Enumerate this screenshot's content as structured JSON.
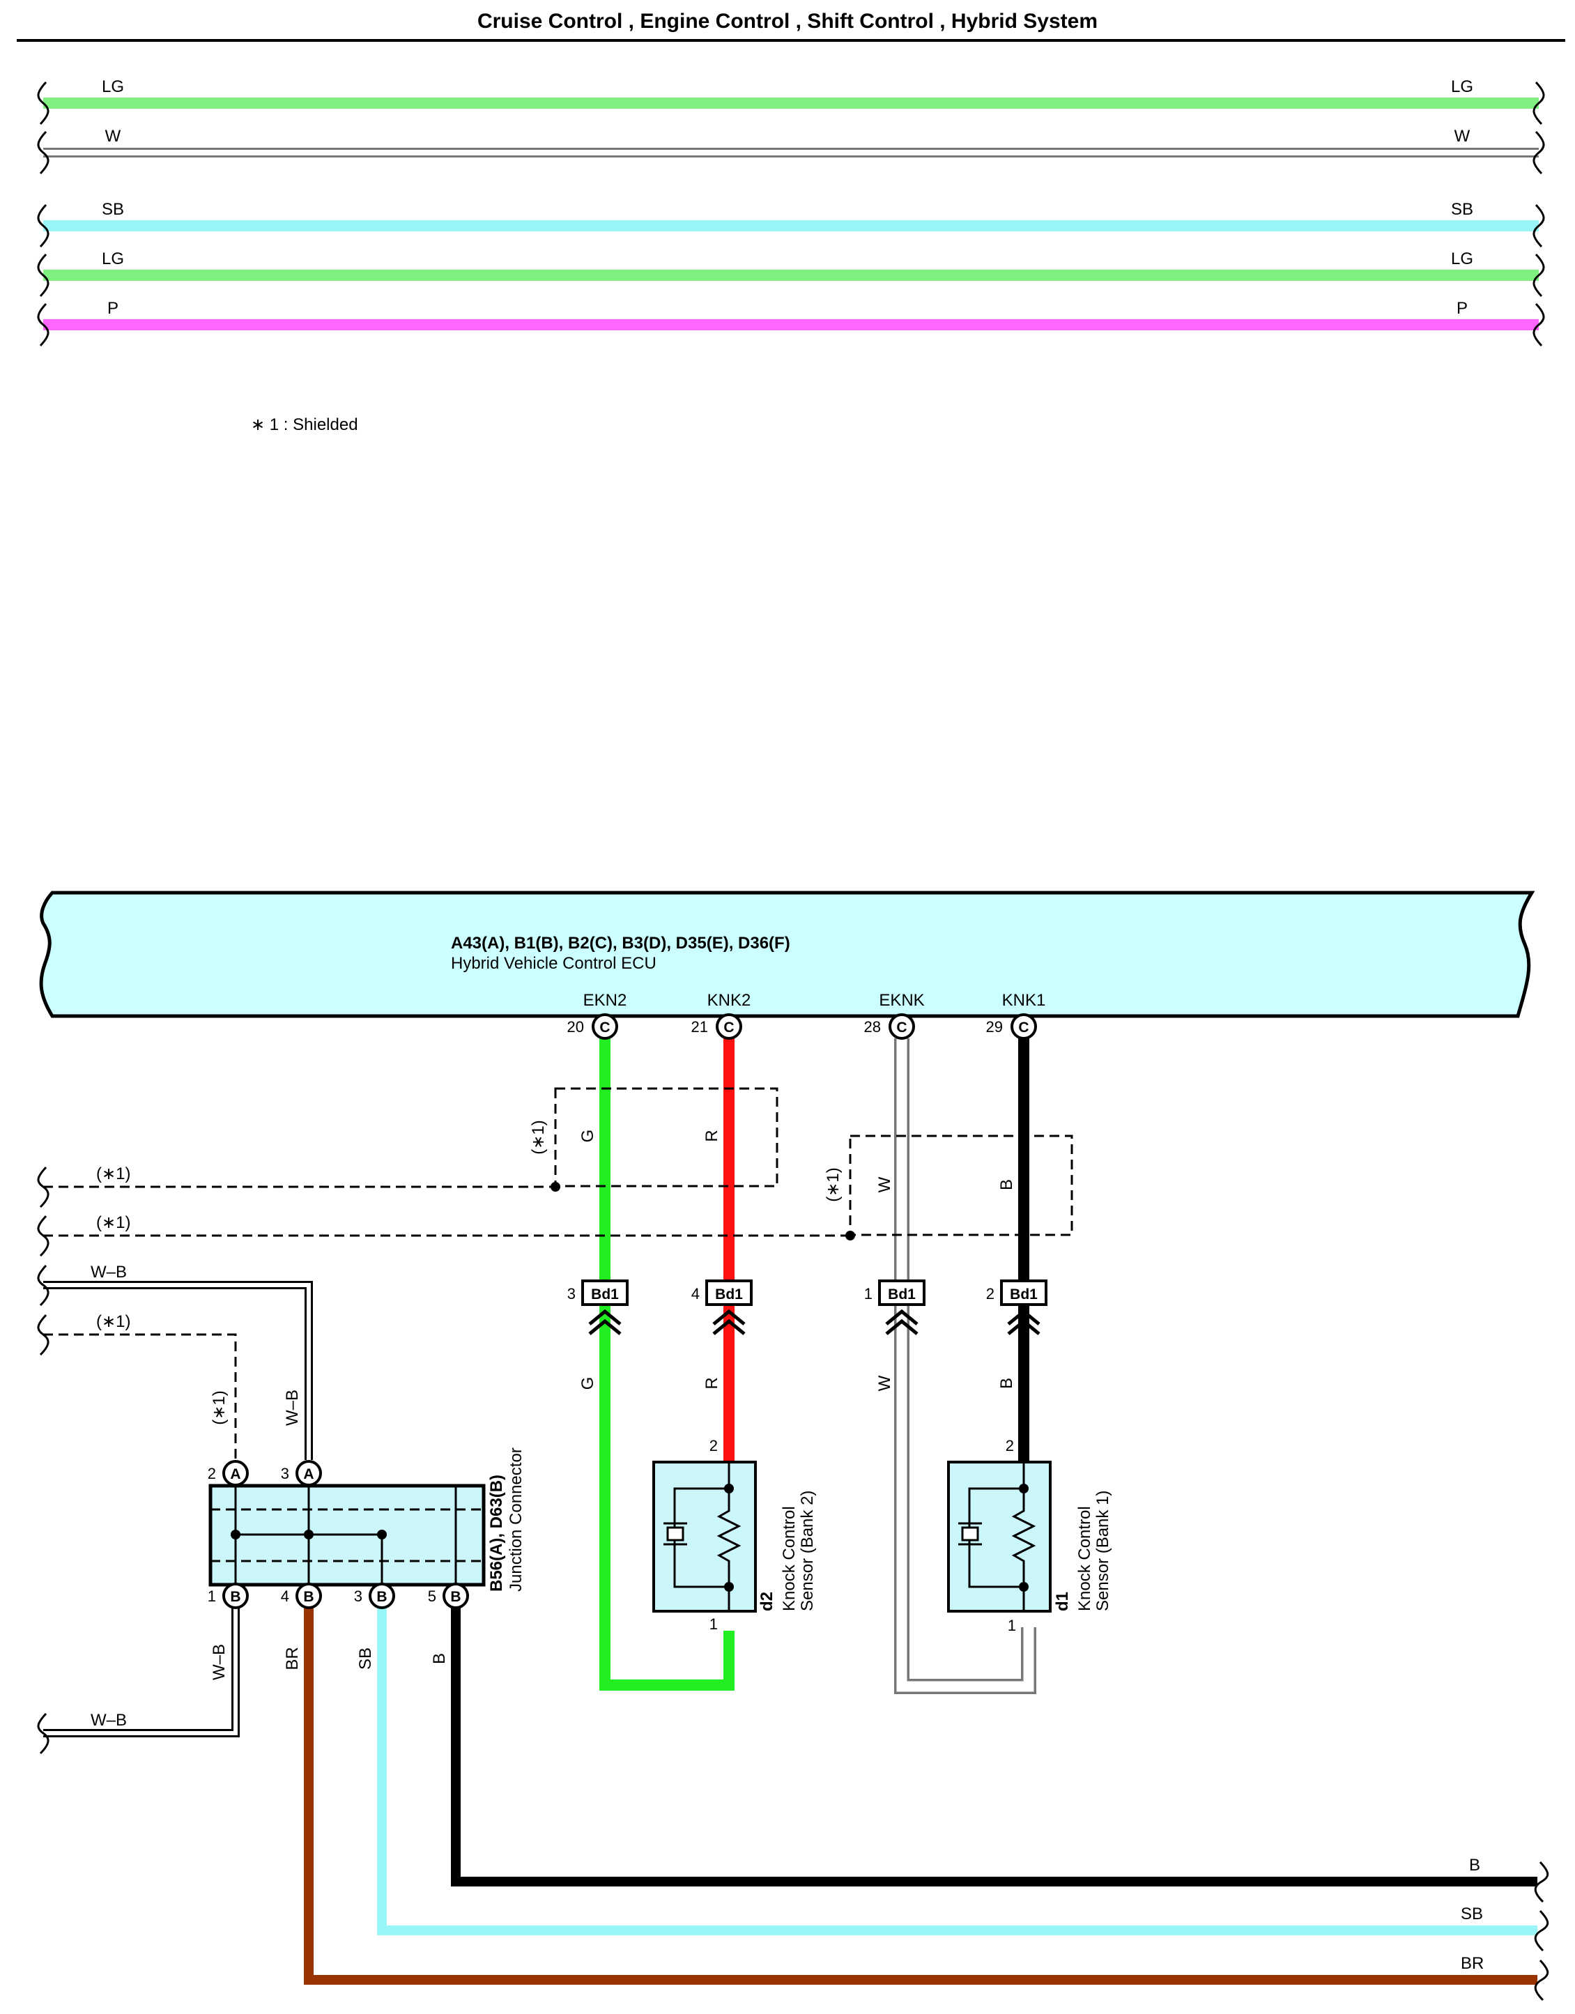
{
  "title": "Cruise Control , Engine Control , Shift Control , Hybrid System",
  "colors": {
    "LG": "#80f080",
    "W": "#ffffff",
    "SB": "#99f5f7",
    "P": "#ff66ff",
    "G": "#22ee22",
    "R": "#ff1111",
    "B": "#000000",
    "BR": "#993300",
    "ecu_fill": "#ccffff",
    "connector_fill": "#ccf7fa",
    "sensor_fill": "#ccf7fa"
  },
  "top_wires": [
    {
      "left": "LG",
      "right": "LG",
      "color": "LG"
    },
    {
      "left": "W",
      "right": "W",
      "color": "W"
    },
    {
      "left": "SB",
      "right": "SB",
      "color": "SB"
    },
    {
      "left": "LG",
      "right": "LG",
      "color": "LG"
    },
    {
      "left": "P",
      "right": "P",
      "color": "P"
    }
  ],
  "note": "∗ 1 : Shielded",
  "ecu": {
    "code": "A43(A), B1(B), B2(C), B3(D), D35(E), D36(F)",
    "name": "Hybrid Vehicle Control ECU",
    "terminals": [
      {
        "signal": "EKN2",
        "pin": "20",
        "conn": "C"
      },
      {
        "signal": "KNK2",
        "pin": "21",
        "conn": "C"
      },
      {
        "signal": "EKNK",
        "pin": "28",
        "conn": "C"
      },
      {
        "signal": "KNK1",
        "pin": "29",
        "conn": "C"
      }
    ]
  },
  "shield_label": "(∗1)",
  "left_wire_labels": [
    "(∗1)",
    "(∗1)",
    "W–B",
    "(∗1)",
    "W–B"
  ],
  "wire_colors": {
    "ekn2": "G",
    "knk2": "R",
    "eknk": "W",
    "knk1": "B"
  },
  "bd1": {
    "label": "Bd1",
    "pins": [
      "3",
      "4",
      "1",
      "2"
    ]
  },
  "junction": {
    "code": "B56(A), D63(B)",
    "name": "Junction Connector",
    "top_pins": [
      {
        "pin": "2",
        "conn": "A",
        "wire": "(∗1)"
      },
      {
        "pin": "3",
        "conn": "A",
        "wire": "W–B"
      }
    ],
    "bottom_pins": [
      {
        "pin": "1",
        "conn": "B",
        "wire": "W–B"
      },
      {
        "pin": "4",
        "conn": "B",
        "wire": "BR"
      },
      {
        "pin": "3",
        "conn": "B",
        "wire": "SB"
      },
      {
        "pin": "5",
        "conn": "B",
        "wire": "B"
      }
    ]
  },
  "sensor2": {
    "code": "d2",
    "name_line1": "Knock Control",
    "name_line2": "Sensor (Bank 2)",
    "pin_top": "2",
    "pin_bottom": "1"
  },
  "sensor1": {
    "code": "d1",
    "name_line1": "Knock Control",
    "name_line2": "Sensor (Bank 1)",
    "pin_top": "2",
    "pin_bottom": "1"
  },
  "bottom_wires": [
    {
      "label": "B",
      "color": "B"
    },
    {
      "label": "SB",
      "color": "SB"
    },
    {
      "label": "BR",
      "color": "BR"
    }
  ]
}
